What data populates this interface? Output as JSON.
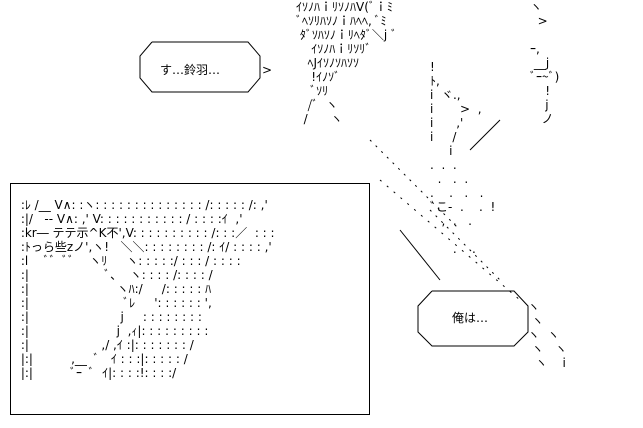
{
  "bubbles": {
    "left": {
      "text": "す…鈴羽…",
      "tail": ">"
    },
    "right": {
      "text": "俺は…"
    }
  },
  "art": {
    "figure_top": [
      "ｲｿﾉﾊｉﾘｿﾉﾊV(ﾞｉﾐ",
      "ﾞﾍｿﾘﾊｿﾉｉﾊﾍﾍ, ﾞﾐ",
      " ﾀﾞｿﾊｿﾉｉﾘﾍﾀﾞ＼j ﾞ",
      "    ｲｿﾉﾊｉﾘｿﾘﾞ",
      "   ﾍJｲｿﾉｿﾊｿｿ",
      "    !ｲﾉｿﾞ",
      "    ﾞｿﾘ",
      "   /ﾞ  ヽ",
      "  /      ヽ"
    ],
    "figure_right": [
      "ヽ",
      "  >",
      "",
      "ｰ,",
      " __j",
      "ﾞｰ~ﾞ)",
      "    !",
      "    j",
      "   ノ"
    ],
    "figure_mid": [
      "!",
      "ﾄ,",
      "i  ヾ.,",
      "i       >  ,",
      "i      ,'",
      "i     /",
      "     i",
      ".  .  .",
      "  .   .  .",
      ".    .   .   .",
      "ﾞこ-  .    .  !",
      "   ,  .   .",
      "",
      "      .    ."
    ],
    "frame_lines": [
      " :ﾚ /__ V∧: :ヽ: : : : : : : : : : : : : : /: : : : : /: ,'",
      " :|/   -- V∧: ,' V: : : : : : : : : : : / : : : :ｲ  ,'",
      " :kr― テテ示^K不',V: : : : : : : : : : /: : :／  : : :",
      " :ﾄっら些zノ',ヽ!   ＼＼: : : : : : : : /: ｲ/ : : : : ,'",
      " :l    ﾞﾞ  ﾞﾞ    ヽﾘ     ヽ: : : : :/ : : : / : : : :",
      " :|                    ﾞ、  ヽ: : : : /: : : : /",
      " :|                       ヽﾊ:/     /: : : : : ﾊ",
      " :|                         ﾞﾚ     ': : : : : : ',",
      " :|                        j     : : : : : : : :",
      " :|                       j  ,ｨ|: : : : : : : : :",
      " :|                   ,/ ,ｲ :|: : : : : : : /",
      " |:|          ,__  ﾞ   ｲ : : :|: : : : : /",
      " |:|          ﾞｰ  ﾞ  ｲ|: : : :!: : : :/"
    ],
    "lower_right": [
      "  ヽ",
      "   ヽ",
      "  ヽ  ヽ",
      "   ヽ   ヽ",
      "    ヽ    i"
    ]
  }
}
